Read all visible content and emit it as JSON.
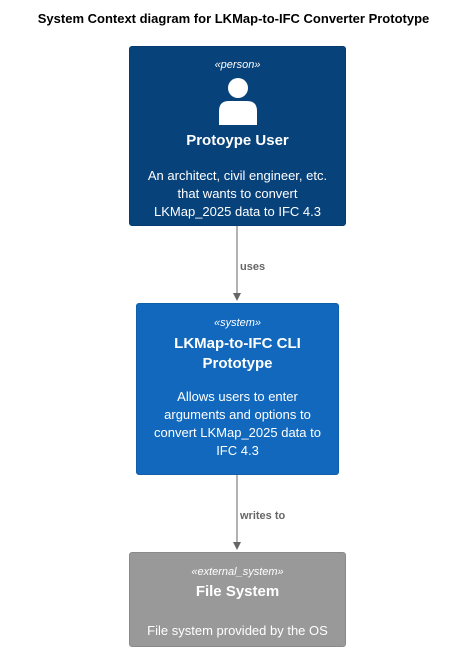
{
  "title": "System Context diagram for LKMap-to-IFC Converter Prototype",
  "nodes": {
    "person": {
      "stereotype": "«person»",
      "name": "Protoype User",
      "description": "An architect, civil engineer, etc. that wants to convert LKMap_2025 data to IFC 4.3",
      "icon": "person-icon",
      "color": "#08427b"
    },
    "system": {
      "stereotype": "«system»",
      "name": "LKMap-to-IFC CLI Prototype",
      "description": "Allows users to enter arguments and options to convert LKMap_2025 data to IFC 4.3",
      "color": "#1168bd"
    },
    "external": {
      "stereotype": "«external_system»",
      "name": "File System",
      "description": "File system provided by the OS",
      "color": "#999999"
    }
  },
  "edges": [
    {
      "from": "person",
      "to": "system",
      "label": "uses"
    },
    {
      "from": "system",
      "to": "external",
      "label": "writes to"
    }
  ],
  "edge_color": "#666666"
}
